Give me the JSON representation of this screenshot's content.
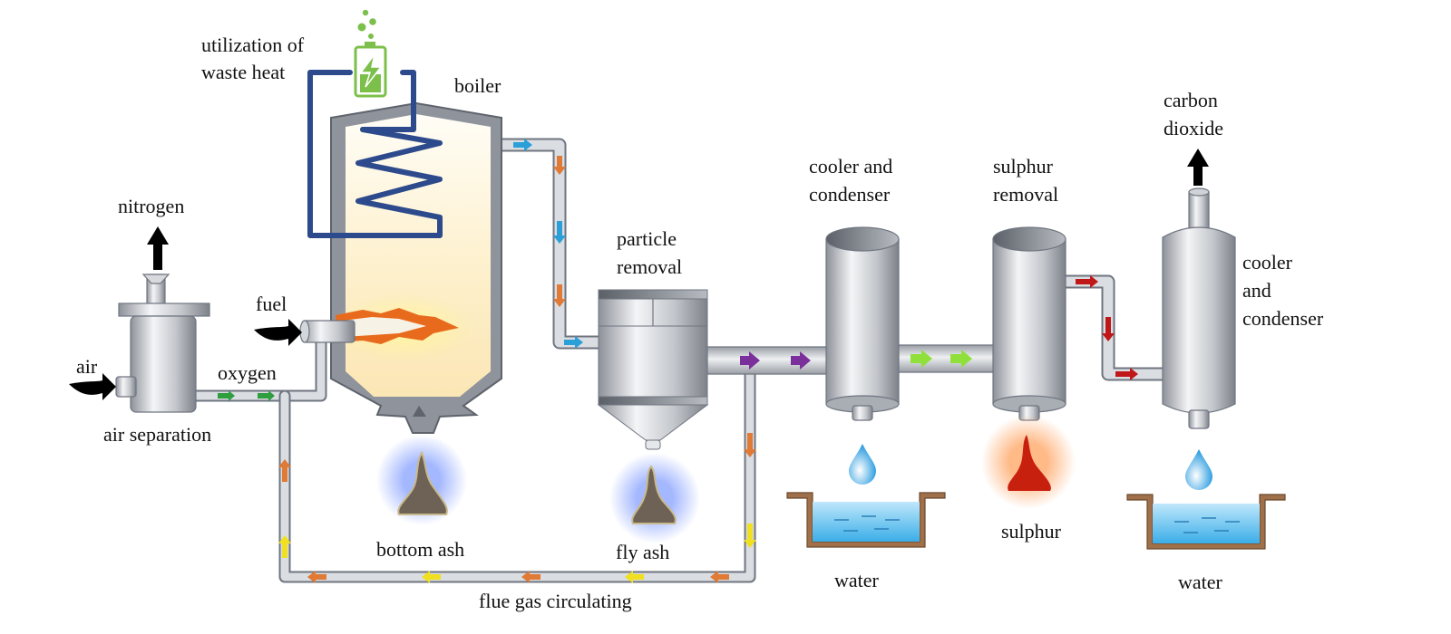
{
  "labels": {
    "waste_heat_line1": "utilization of",
    "waste_heat_line2": "waste heat",
    "boiler": "boiler",
    "nitrogen": "nitrogen",
    "fuel": "fuel",
    "air": "air",
    "oxygen": "oxygen",
    "air_separation": "air separation",
    "particle_removal_line1": "particle",
    "particle_removal_line2": "removal",
    "cooler1_line1": "cooler and",
    "cooler1_line2": "condenser",
    "sulphur_removal_line1": "sulphur",
    "sulphur_removal_line2": "removal",
    "co2_line1": "carbon",
    "co2_line2": "dioxide",
    "cooler2_line1": "cooler",
    "cooler2_line2": "and",
    "cooler2_line3": "condenser",
    "bottom_ash": "bottom ash",
    "fly_ash": "fly ash",
    "water1": "water",
    "sulphur": "sulphur",
    "water2": "water",
    "flue_gas": "flue gas circulating"
  },
  "colors": {
    "pipe": "#b9bcc2",
    "pipe_edge": "#6f7580",
    "boiler_fill": "#fdf0d2",
    "coil": "#2c4a8c",
    "battery": "#7cc04b",
    "arrow_green": "#2e9e3e",
    "arrow_orange": "#e07a35",
    "arrow_blue": "#2a9fd8",
    "arrow_purple": "#7a2f9a",
    "arrow_lime": "#8fe03a",
    "arrow_red": "#c01818",
    "arrow_yellow": "#f0e020",
    "ash": "#6e6256",
    "sulphur": "#c8200e",
    "water": "#3aaee8",
    "tray": "#a0704a"
  }
}
